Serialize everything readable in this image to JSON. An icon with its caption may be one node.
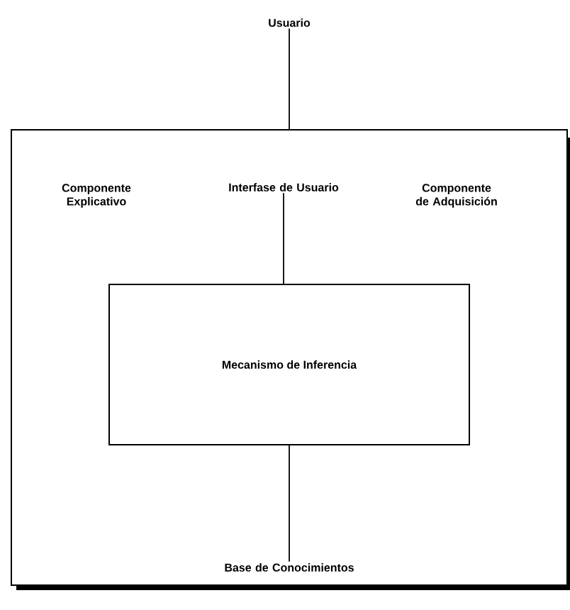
{
  "diagram": {
    "nodes": [
      {
        "text": [
          "Usuario"
        ]
      },
      {
        "text": [],
        "shape": "box"
      },
      {
        "text": [
          "Componente Explicativo"
        ],
        "in": 1
      },
      {
        "text": [
          "Interfase de Usuario"
        ],
        "in": 1
      },
      {
        "text": [
          "Componente de Adquisición"
        ],
        "in": 1
      },
      {
        "text": [
          "Mecanismo de Inferencia"
        ],
        "in": 1
      },
      {
        "text": [
          "Base de Conocimientos"
        ],
        "in": 1
      }
    ],
    "edges": [
      {
        "from": 0,
        "to": 1,
        "arrow": "none"
      },
      {
        "from": 3,
        "to": 5,
        "arrow": "none"
      },
      {
        "from": 5,
        "to": 6,
        "arrow": "none"
      }
    ]
  }
}
